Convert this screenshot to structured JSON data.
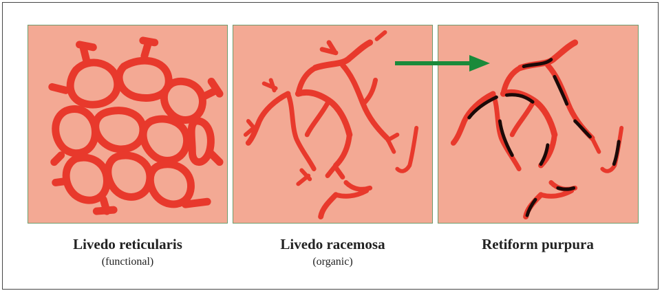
{
  "panels": [
    {
      "title": "Livedo reticularis",
      "subtitle": "(functional)",
      "pattern": "complete-net",
      "fill": "#e8392c"
    },
    {
      "title": "Livedo racemosa",
      "subtitle": "(organic)",
      "pattern": "broken-branching-net",
      "fill": "#e8392c"
    },
    {
      "title": "Retiform purpura",
      "subtitle": "",
      "pattern": "broken-branching-net-necrotic",
      "fill": "#e8392c",
      "dark": "#1a0a08"
    }
  ],
  "colors": {
    "background": "#f3a994",
    "border": "#6f9a6b",
    "arrow": "#1a8a3a"
  },
  "arrow_icon": "right-arrow-icon"
}
